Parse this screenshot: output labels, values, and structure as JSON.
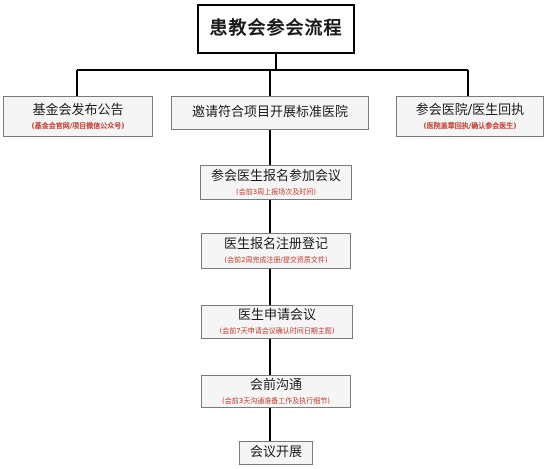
{
  "title": "患教会参会流程",
  "top_row": [
    {
      "label": "基金会发布公告",
      "note": "(基金会官网/项目微信公众号)"
    },
    {
      "label": "邀请符合项目开展标准医院",
      "note": ""
    },
    {
      "label": "参会医院/医生回执",
      "note": "(医院盖章回执/确认参会医生)"
    }
  ],
  "steps": [
    {
      "label": "参会医生报名参加会议",
      "note": "(会前3周上报场次及时间)"
    },
    {
      "label": "医生报名注册登记",
      "note": "(会前2周完成注册/提交资质文件)"
    },
    {
      "label": "医生申请会议",
      "note": "(会前7天申请会议确认时间日期主题)"
    },
    {
      "label": "会前沟通",
      "note": "(会前3天沟通准备工作及执行细节)"
    },
    {
      "label": "会议开展",
      "note": ""
    }
  ],
  "colors": {
    "note": "#c0392b",
    "line": "#000000",
    "box_bg": "#f5f5f5"
  }
}
